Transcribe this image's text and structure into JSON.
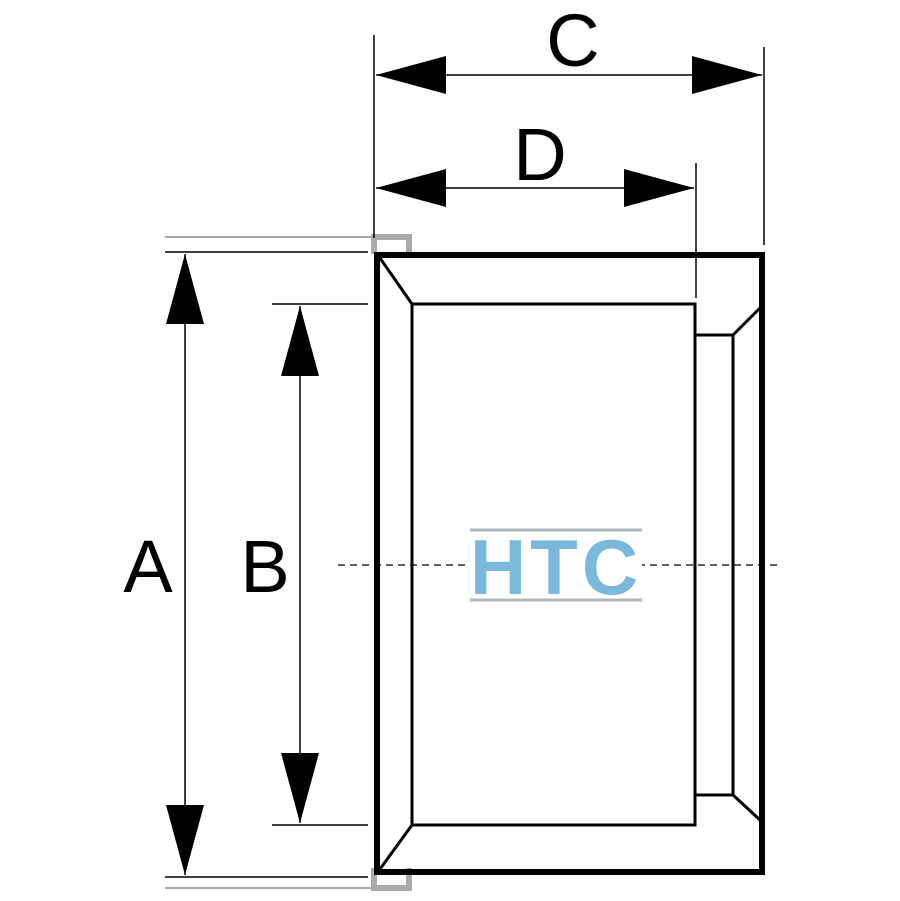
{
  "labels": {
    "a": "A",
    "b": "B",
    "c": "C",
    "d": "D"
  },
  "logo": {
    "text": "HTC",
    "color": "#7ab8dc",
    "rule_color": "#aeb8bf"
  },
  "colors": {
    "line": "#000000",
    "bracket": "#aaaaaa",
    "background": "#ffffff"
  }
}
